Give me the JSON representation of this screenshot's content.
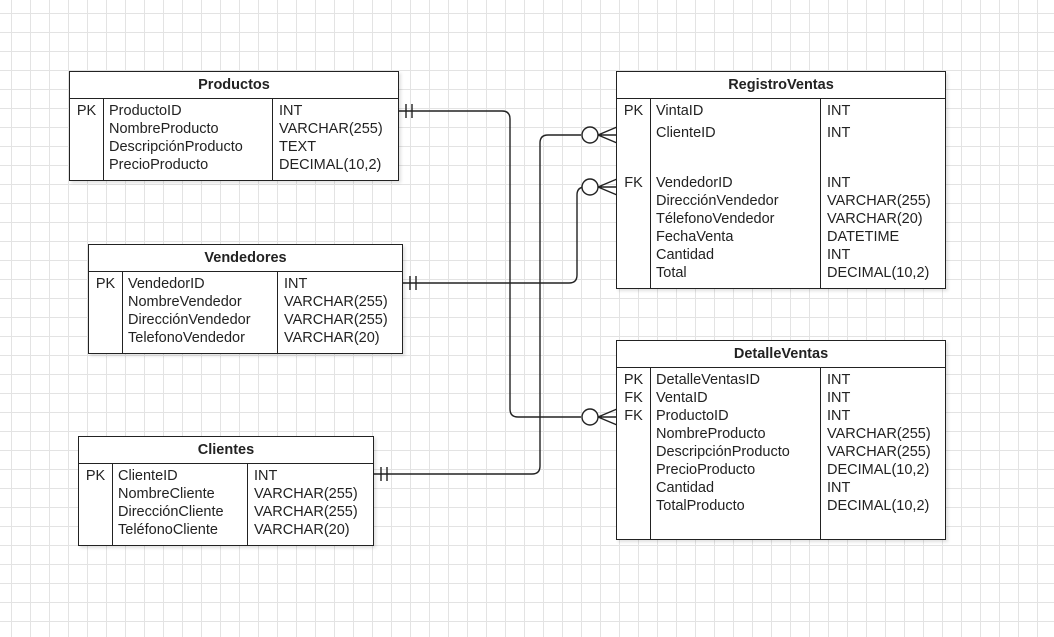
{
  "diagram": {
    "type": "entity-relationship",
    "entities": [
      {
        "id": "productos",
        "title": "Productos",
        "rows": [
          {
            "key": "PK",
            "name": "ProductoID",
            "type": "INT"
          },
          {
            "key": "",
            "name": "NombreProducto",
            "type": "VARCHAR(255)"
          },
          {
            "key": "",
            "name": "DescripciónProducto",
            "type": "TEXT"
          },
          {
            "key": "",
            "name": "PrecioProducto",
            "type": "DECIMAL(10,2)"
          }
        ]
      },
      {
        "id": "vendedores",
        "title": "Vendedores",
        "rows": [
          {
            "key": "PK",
            "name": "VendedorID",
            "type": "INT"
          },
          {
            "key": "",
            "name": "NombreVendedor",
            "type": "VARCHAR(255)"
          },
          {
            "key": "",
            "name": "DirecciónVendedor",
            "type": "VARCHAR(255)"
          },
          {
            "key": "",
            "name": "TelefonoVendedor",
            "type": "VARCHAR(20)"
          }
        ]
      },
      {
        "id": "clientes",
        "title": "Clientes",
        "rows": [
          {
            "key": "PK",
            "name": "ClienteID",
            "type": "INT"
          },
          {
            "key": "",
            "name": "NombreCliente",
            "type": "VARCHAR(255)"
          },
          {
            "key": "",
            "name": "DirecciónCliente",
            "type": "VARCHAR(255)"
          },
          {
            "key": "",
            "name": "TeléfonoCliente",
            "type": "VARCHAR(20)"
          }
        ]
      },
      {
        "id": "registroventas",
        "title": "RegistroVentas",
        "rows": [
          {
            "key": "PK",
            "name": "VintaID",
            "type": "INT"
          },
          {
            "key": "",
            "name": "ClienteID",
            "type": "INT"
          },
          {
            "key": "",
            "name": "",
            "type": ""
          },
          {
            "key": "FK",
            "name": "VendedorID",
            "type": "INT"
          },
          {
            "key": "",
            "name": "DirecciónVendedor",
            "type": "VARCHAR(255)"
          },
          {
            "key": "",
            "name": "TélefonoVendedor",
            "type": "VARCHAR(20)"
          },
          {
            "key": "",
            "name": "FechaVenta",
            "type": "DATETIME"
          },
          {
            "key": "",
            "name": "Cantidad",
            "type": "INT"
          },
          {
            "key": "",
            "name": "Total",
            "type": "DECIMAL(10,2)"
          }
        ]
      },
      {
        "id": "detalleventas",
        "title": "DetalleVentas",
        "rows": [
          {
            "key": "PK",
            "name": "DetalleVentasID",
            "type": "INT"
          },
          {
            "key": "FK",
            "name": "VentaID",
            "type": "INT"
          },
          {
            "key": "FK",
            "name": "ProductoID",
            "type": "INT"
          },
          {
            "key": "",
            "name": "NombreProducto",
            "type": "VARCHAR(255)"
          },
          {
            "key": "",
            "name": "DescripciónProducto",
            "type": "VARCHAR(255)"
          },
          {
            "key": "",
            "name": "PrecioProducto",
            "type": "DECIMAL(10,2)"
          },
          {
            "key": "",
            "name": "Cantidad",
            "type": "INT"
          },
          {
            "key": "",
            "name": "TotalProducto",
            "type": "DECIMAL(10,2)"
          }
        ]
      }
    ],
    "relationships": [
      {
        "from": "productos.ProductoID",
        "to": "detalleventas.ProductoID",
        "from_cardinality": "one-and-only-one",
        "to_cardinality": "zero-or-many"
      },
      {
        "from": "vendedores.VendedorID",
        "to": "registroventas.VendedorID",
        "from_cardinality": "one-and-only-one",
        "to_cardinality": "zero-or-many"
      },
      {
        "from": "clientes.ClienteID",
        "to": "registroventas.ClienteID",
        "from_cardinality": "one-and-only-one",
        "to_cardinality": "zero-or-many"
      }
    ],
    "colors": {
      "line": "#222222",
      "grid": "#e3e3e3",
      "background": "#ffffff"
    }
  }
}
